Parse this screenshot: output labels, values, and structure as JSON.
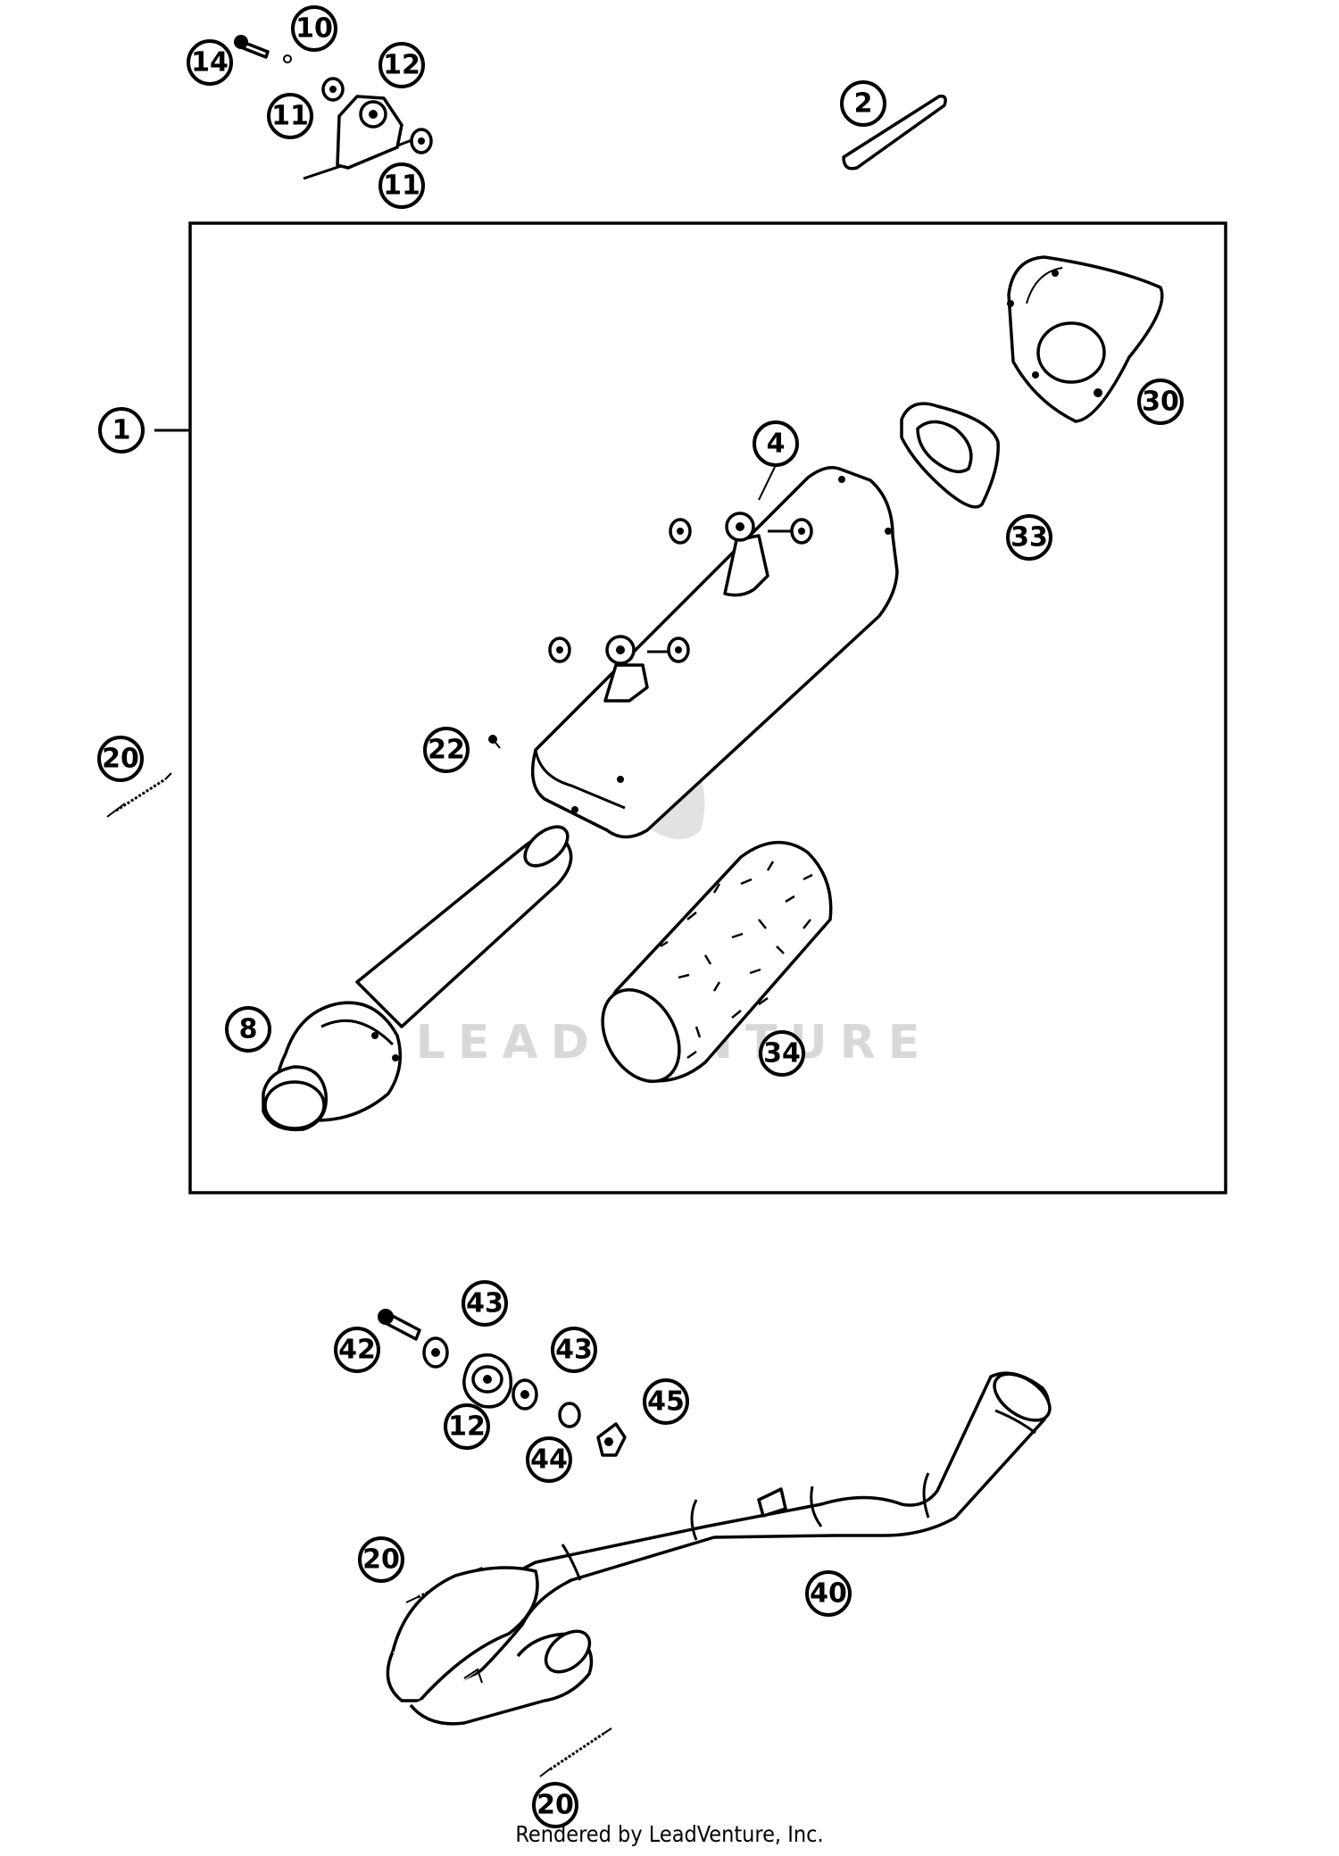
{
  "diagram": {
    "watermark": "LEADVENTURE",
    "footer": "Rendered by LeadVenture, Inc.",
    "callouts": [
      {
        "id": "1",
        "label": "1"
      },
      {
        "id": "2",
        "label": "2"
      },
      {
        "id": "4",
        "label": "4"
      },
      {
        "id": "8",
        "label": "8"
      },
      {
        "id": "10",
        "label": "10"
      },
      {
        "id": "11a",
        "label": "11"
      },
      {
        "id": "11b",
        "label": "11"
      },
      {
        "id": "12a",
        "label": "12"
      },
      {
        "id": "12b",
        "label": "12"
      },
      {
        "id": "14",
        "label": "14"
      },
      {
        "id": "20a",
        "label": "20"
      },
      {
        "id": "20b",
        "label": "20"
      },
      {
        "id": "20c",
        "label": "20"
      },
      {
        "id": "22",
        "label": "22"
      },
      {
        "id": "30",
        "label": "30"
      },
      {
        "id": "33",
        "label": "33"
      },
      {
        "id": "34",
        "label": "34"
      },
      {
        "id": "40",
        "label": "40"
      },
      {
        "id": "42",
        "label": "42"
      },
      {
        "id": "43a",
        "label": "43"
      },
      {
        "id": "43b",
        "label": "43"
      },
      {
        "id": "44",
        "label": "44"
      },
      {
        "id": "45",
        "label": "45"
      }
    ]
  }
}
